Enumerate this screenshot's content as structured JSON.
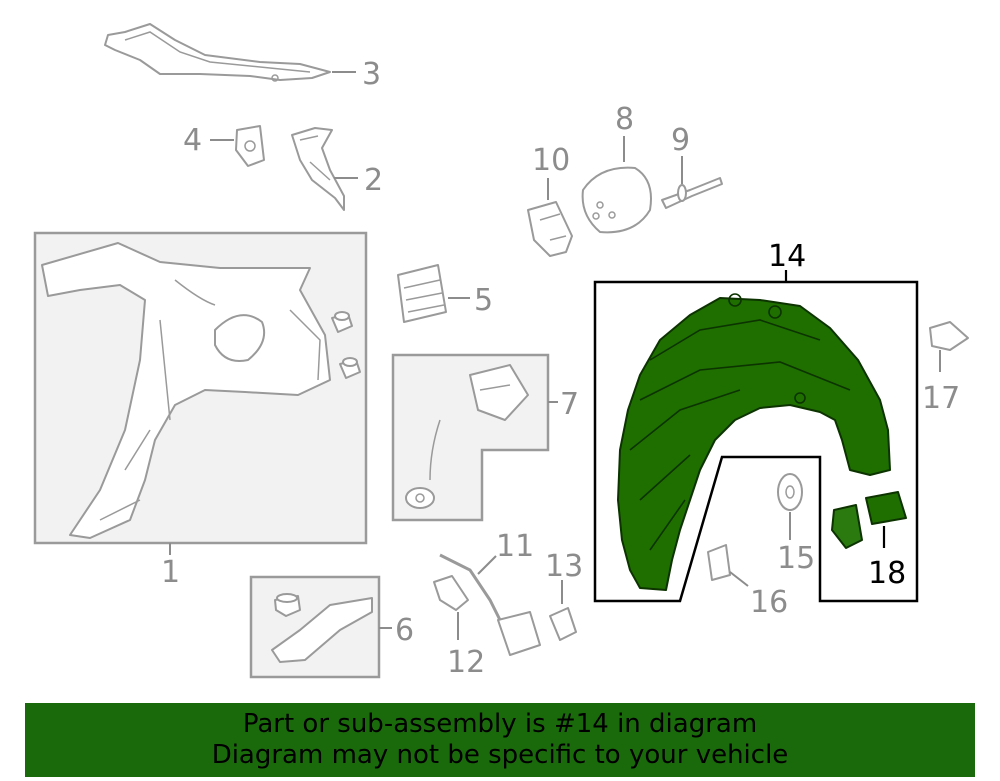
{
  "callouts": {
    "c1": "1",
    "c2": "2",
    "c3": "3",
    "c4": "4",
    "c5": "5",
    "c6": "6",
    "c7": "7",
    "c8": "8",
    "c9": "9",
    "c10": "10",
    "c11": "11",
    "c12": "12",
    "c13": "13",
    "c14": "14",
    "c15": "15",
    "c16": "16",
    "c17": "17",
    "c18": "18"
  },
  "highlighted_part": "14",
  "colors": {
    "highlight": "#1e6f00",
    "banner": "#1a6a0c",
    "callout": "#8c8c8c"
  },
  "banner": {
    "line1": "Part or sub-assembly is #14 in diagram",
    "line2": "Diagram may not be specific to your vehicle"
  }
}
